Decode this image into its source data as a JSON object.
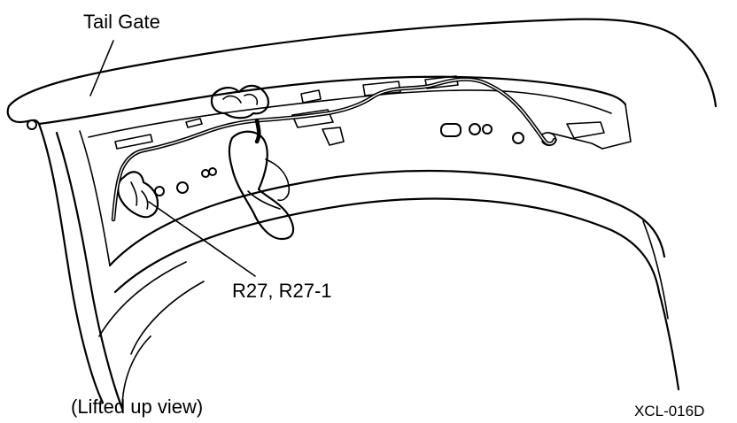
{
  "labels": {
    "tail_gate": "Tail Gate",
    "connector": "R27, R27-1",
    "view_note": "(Lifted up view)",
    "figure_code": "XCL-016D"
  },
  "colors": {
    "line": "#000000",
    "background": "#ffffff"
  }
}
